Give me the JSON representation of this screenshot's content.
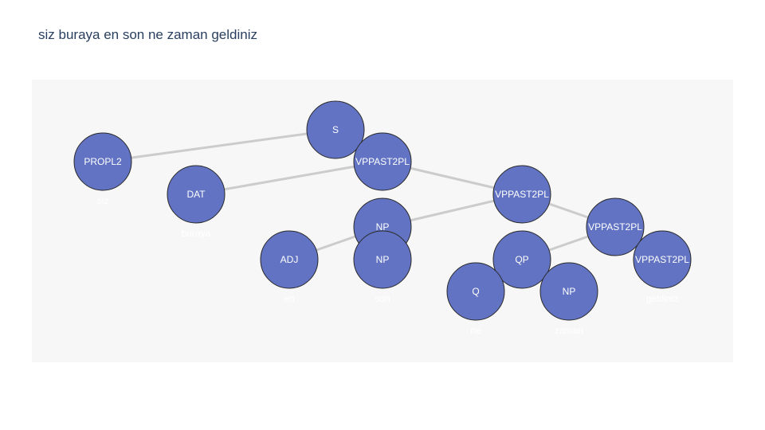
{
  "title": "siz buraya en son ne zaman geldiniz",
  "colors": {
    "node_fill": "#6173c2",
    "edge": "#cccccc",
    "plot_bg": "#f7f7f7",
    "title": "#2a3f5f"
  },
  "nodes": [
    {
      "id": "S",
      "label": "S",
      "word": ""
    },
    {
      "id": "PROPL2",
      "label": "PROPL2",
      "word": "siz"
    },
    {
      "id": "VP1",
      "label": "VPPAST2PL",
      "word": ""
    },
    {
      "id": "DAT",
      "label": "DAT",
      "word": "buraya"
    },
    {
      "id": "VP2",
      "label": "VPPAST2PL",
      "word": ""
    },
    {
      "id": "NP1",
      "label": "NP",
      "word": ""
    },
    {
      "id": "VP3",
      "label": "VPPAST2PL",
      "word": ""
    },
    {
      "id": "ADJ",
      "label": "ADJ",
      "word": "en"
    },
    {
      "id": "NP2",
      "label": "NP",
      "word": "son"
    },
    {
      "id": "QP",
      "label": "QP",
      "word": ""
    },
    {
      "id": "VP4",
      "label": "VPPAST2PL",
      "word": "geldiniz"
    },
    {
      "id": "Q",
      "label": "Q",
      "word": "ne"
    },
    {
      "id": "NP3",
      "label": "NP",
      "word": "zaman"
    }
  ],
  "edges": [
    [
      "S",
      "PROPL2"
    ],
    [
      "S",
      "VP1"
    ],
    [
      "VP1",
      "DAT"
    ],
    [
      "VP1",
      "VP2"
    ],
    [
      "VP2",
      "NP1"
    ],
    [
      "VP2",
      "VP3"
    ],
    [
      "NP1",
      "ADJ"
    ],
    [
      "NP1",
      "NP2"
    ],
    [
      "VP3",
      "QP"
    ],
    [
      "VP3",
      "VP4"
    ],
    [
      "QP",
      "Q"
    ],
    [
      "QP",
      "NP3"
    ]
  ]
}
